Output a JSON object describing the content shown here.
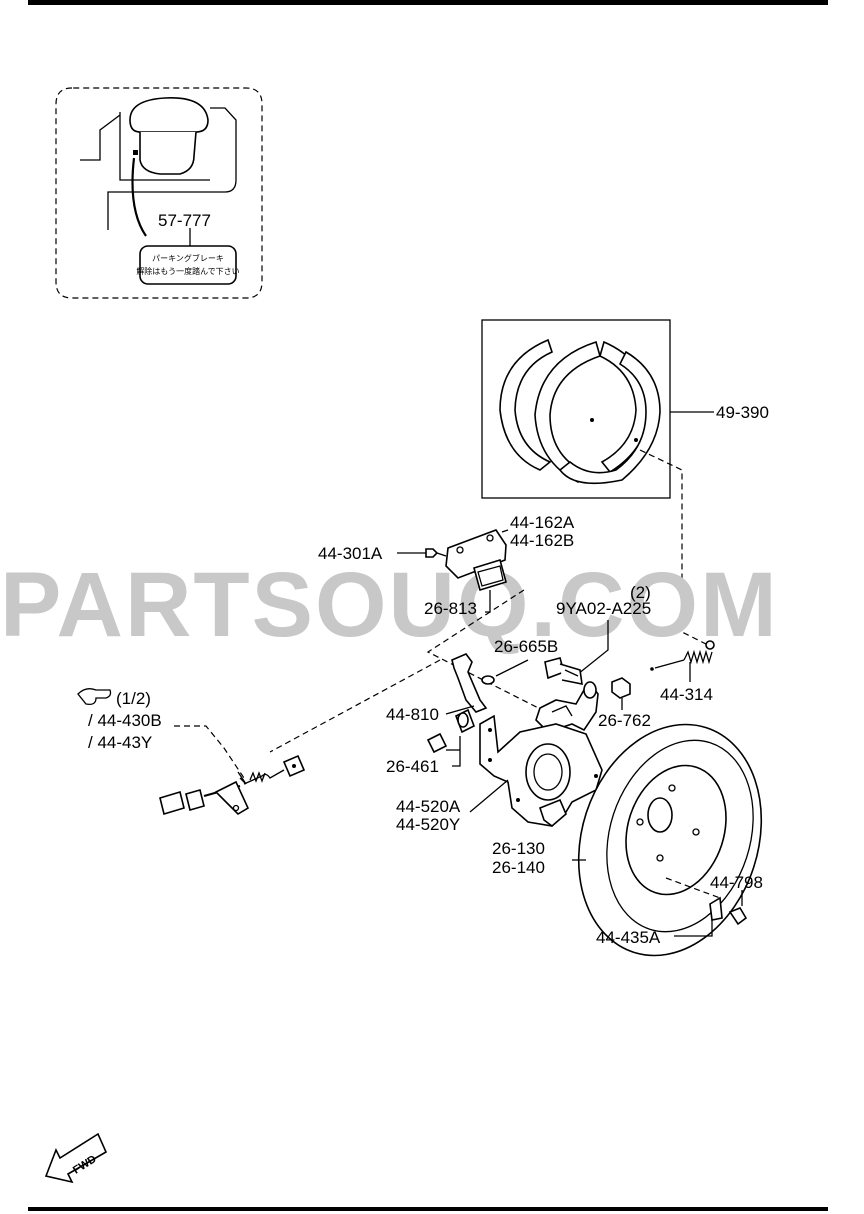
{
  "watermark": "PARTSOUQ.COM",
  "labels": {
    "l57777": "57-777",
    "l49390": "49-390",
    "l44162A": "44-162A",
    "l44162B": "44-162B",
    "l44301A": "44-301A",
    "l26813": "26-813",
    "qty2": "(2)",
    "l9YA02": "9YA02-A225",
    "l26665B": "26-665B",
    "l44314": "44-314",
    "l44810": "44-810",
    "l26762": "26-762",
    "ref12": "(1/2)",
    "l44430B": "/ 44-430B",
    "l4443Y": "/ 44-43Y",
    "l26461": "26-461",
    "l44520A": "44-520A",
    "l44520Y": "44-520Y",
    "l26130": "26-130",
    "l26140": "26-140",
    "l44798": "44-798",
    "l44435A": "44-435A",
    "fwd": "FWD"
  },
  "sticker": {
    "line1": "パーキングブレーキ",
    "line2": "解除はもう一度踏んで下さい"
  },
  "icons": {
    "reference": "pointing-hand-icon",
    "forward": "fwd-arrow-icon"
  }
}
